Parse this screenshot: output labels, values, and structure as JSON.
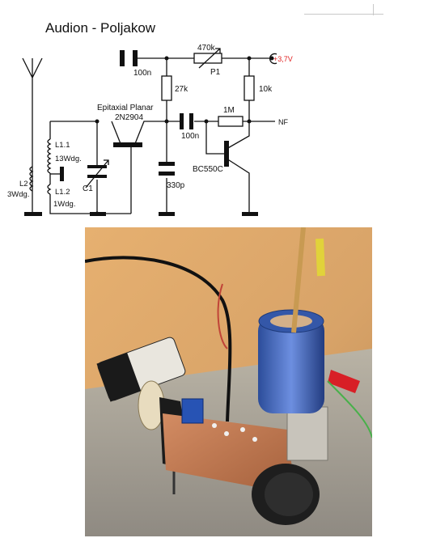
{
  "schematic": {
    "title": "Audion - Poljakow",
    "supply_label": "+3,7V",
    "labels": {
      "c_top": "100n",
      "p1_value": "470k",
      "p1_name": "P1",
      "r27": "27k",
      "r10": "10k",
      "r1m": "1M",
      "nf": "NF",
      "c_mid": "100n",
      "q1_desc": "Epitaxial Planar",
      "q1_type": "2N2904",
      "q2_type": "BC550C",
      "c330": "330p",
      "l11": "L1.1",
      "l11_turns": "13Wdg.",
      "l12": "L1.2",
      "l12_turns": "1Wdg.",
      "l2": "L2",
      "l2_turns": "3Wdg.",
      "c1": "C1"
    },
    "colors": {
      "supply": "#e02020"
    }
  },
  "photo": {
    "description_icon": "radio-build-photo"
  }
}
